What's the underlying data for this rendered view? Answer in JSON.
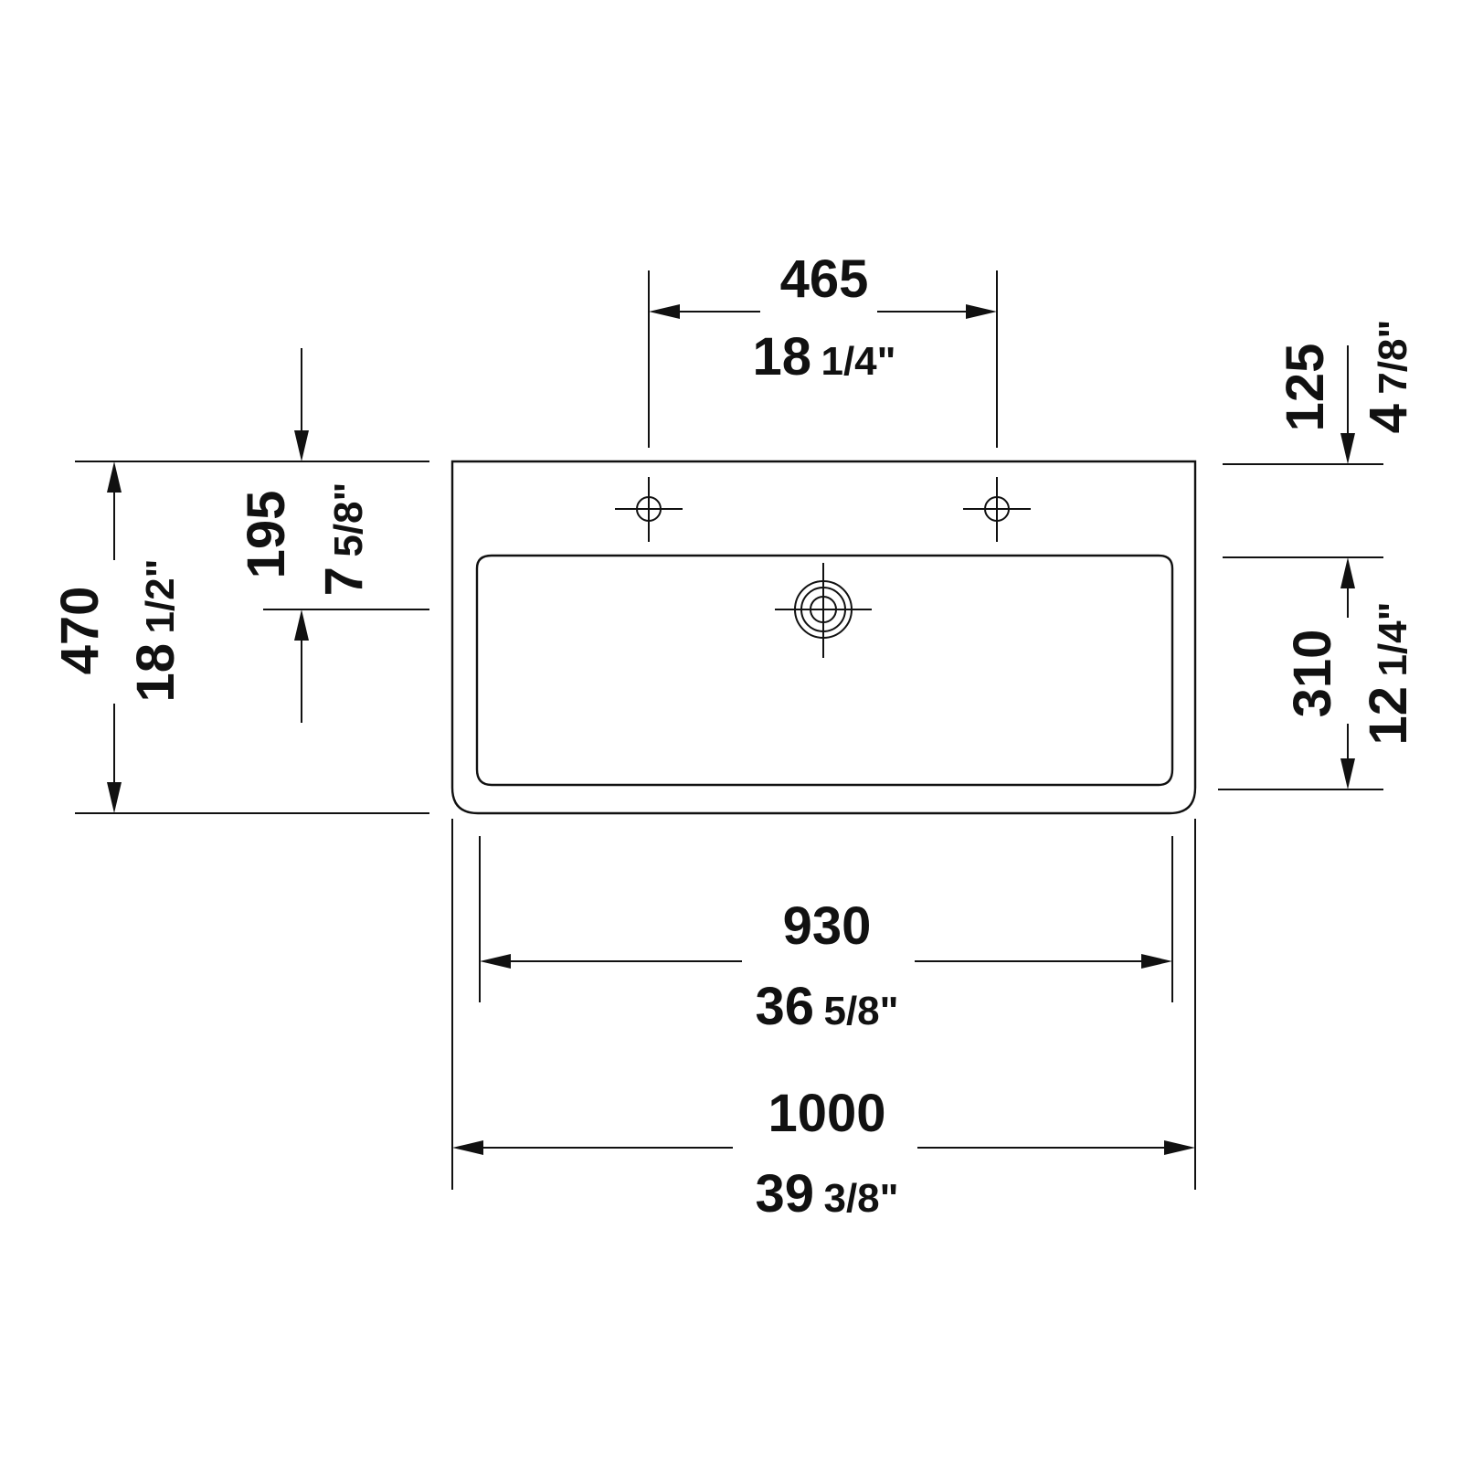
{
  "colors": {
    "line": "#111111",
    "background": "#ffffff"
  },
  "dimensions": {
    "tap_spacing": {
      "mm": "465",
      "inch_whole": "18",
      "inch_frac": "1/4\""
    },
    "top_to_taps": {
      "mm": "125",
      "inch_whole": "4",
      "inch_frac": "7/8\""
    },
    "depth_total": {
      "mm": "470",
      "inch_whole": "18",
      "inch_frac": "1/2\""
    },
    "top_to_drain": {
      "mm": "195",
      "inch_whole": "7",
      "inch_frac": "5/8\""
    },
    "bowl_depth": {
      "mm": "310",
      "inch_whole": "12",
      "inch_frac": "1/4\""
    },
    "bowl_width": {
      "mm": "930",
      "inch_whole": "36",
      "inch_frac": "5/8\""
    },
    "overall_width": {
      "mm": "1000",
      "inch_whole": "39",
      "inch_frac": "3/8\""
    }
  }
}
